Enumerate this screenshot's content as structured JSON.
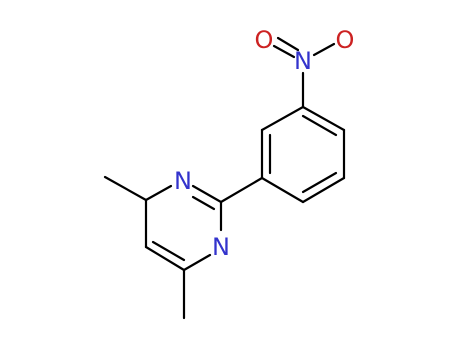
{
  "molecule": {
    "atoms": {
      "n1": "N",
      "n3": "N",
      "nitro_n": "N",
      "nitro_o_left": "O",
      "nitro_o_right": "O"
    },
    "colors": {
      "bond": "#000000",
      "nitrogen": "#3333cc",
      "oxygen": "#cc2222"
    }
  }
}
